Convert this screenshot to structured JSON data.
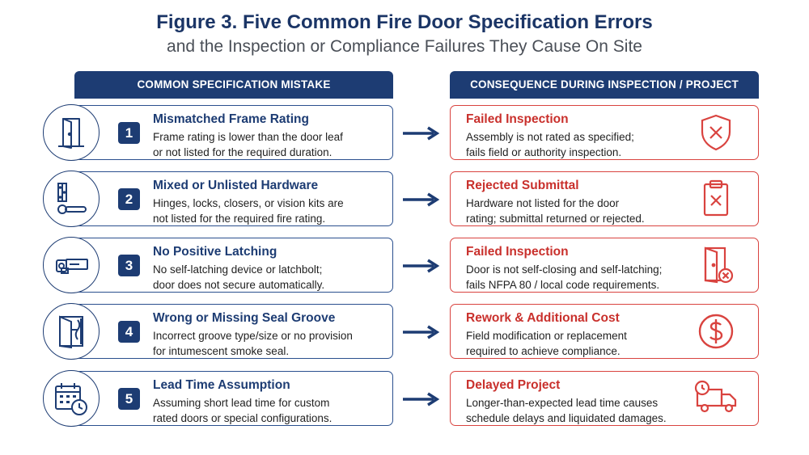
{
  "title": "Figure 3. Five Common Fire Door Specification Errors",
  "subtitle": "and the Inspection or Compliance Failures They Cause On Site",
  "headers": {
    "left": "COMMON SPECIFICATION MISTAKE",
    "right": "CONSEQUENCE DURING INSPECTION / PROJECT"
  },
  "colors": {
    "navy": "#1d3c73",
    "red": "#c9302c",
    "text": "#1f1f1f"
  },
  "rows": [
    {
      "num": "1",
      "icon": "door-frame-icon",
      "mistake_title": "Mismatched Frame Rating",
      "mistake_desc": "Frame rating is lower than the door leaf\nor not listed for the required duration.",
      "consequence_title": "Failed Inspection",
      "consequence_desc": "Assembly is not rated as specified;\nfails field or authority inspection.",
      "consequence_icon": "shield-x-icon"
    },
    {
      "num": "2",
      "icon": "hinge-handle-icon",
      "mistake_title": "Mixed or Unlisted Hardware",
      "mistake_desc": "Hinges, locks, closers, or vision kits are\nnot listed for the required fire rating.",
      "consequence_title": "Rejected Submittal",
      "consequence_desc": "Hardware not listed for the door\nrating; submittal returned or rejected.",
      "consequence_icon": "clipboard-x-icon"
    },
    {
      "num": "3",
      "icon": "latch-bolt-icon",
      "mistake_title": "No Positive Latching",
      "mistake_desc": "No self-latching device or latchbolt;\ndoor does not secure automatically.",
      "consequence_title": "Failed Inspection",
      "consequence_desc": "Door is not self-closing and self-latching;\nfails NFPA 80 / local code requirements.",
      "consequence_icon": "door-x-icon"
    },
    {
      "num": "4",
      "icon": "door-seal-icon",
      "mistake_title": "Wrong or Missing Seal Groove",
      "mistake_desc": "Incorrect groove type/size or no provision\nfor intumescent smoke seal.",
      "consequence_title": "Rework & Additional Cost",
      "consequence_desc": "Field modification or replacement\nrequired to achieve compliance.",
      "consequence_icon": "dollar-icon"
    },
    {
      "num": "5",
      "icon": "calendar-clock-icon",
      "mistake_title": "Lead Time Assumption",
      "mistake_desc": "Assuming short lead time for custom\nrated doors or special configurations.",
      "consequence_title": "Delayed Project",
      "consequence_desc": "Longer-than-expected lead time causes\nschedule delays and liquidated damages.",
      "consequence_icon": "delivery-truck-clock-icon"
    }
  ]
}
